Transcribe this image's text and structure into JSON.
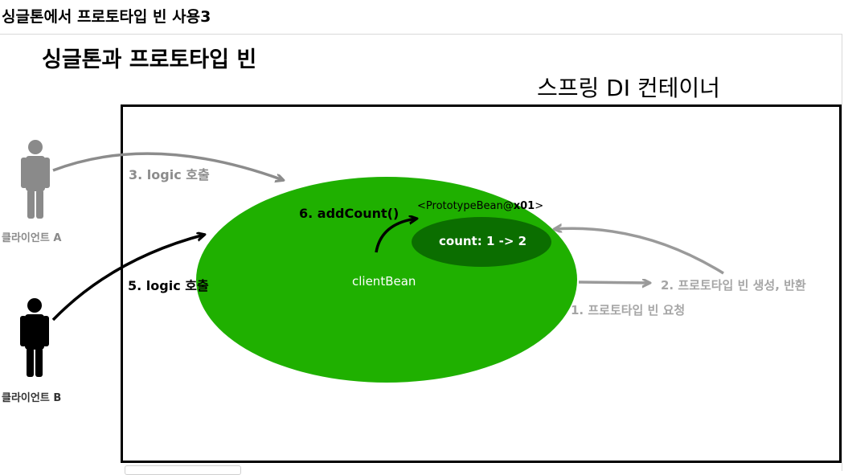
{
  "page": {
    "title": "싱글톤에서 프로토타입 빈 사용3"
  },
  "slide": {
    "title": "싱글톤과 프로토타입 빈",
    "container_label": "스프링 DI 컨테이너"
  },
  "clients": {
    "a": {
      "label": "클라이언트 A",
      "icon": "person-icon",
      "color": "#8a8a8a"
    },
    "b": {
      "label": "클라이언트 B",
      "icon": "person-icon",
      "color": "#000000"
    }
  },
  "beans": {
    "client_bean": {
      "label": "clientBean",
      "color": "#1fb000"
    },
    "prototype_bean": {
      "label_prefix": "<PrototypeBean@",
      "label_id": "x01",
      "label_suffix": ">",
      "count_text": "count: 1 -> 2",
      "color": "#0b6e00"
    }
  },
  "steps": {
    "step1": "1. 프로토타입 빈 요청",
    "step2": "2. 프로토타입 빈 생성, 반환",
    "step3": "3. logic 호출",
    "step5": "5. logic 호출",
    "step6": "6. addCount()"
  },
  "colors": {
    "faded_gray": "#8c8c8c",
    "light_gray": "#a6a6a6",
    "dark": "#000000"
  }
}
